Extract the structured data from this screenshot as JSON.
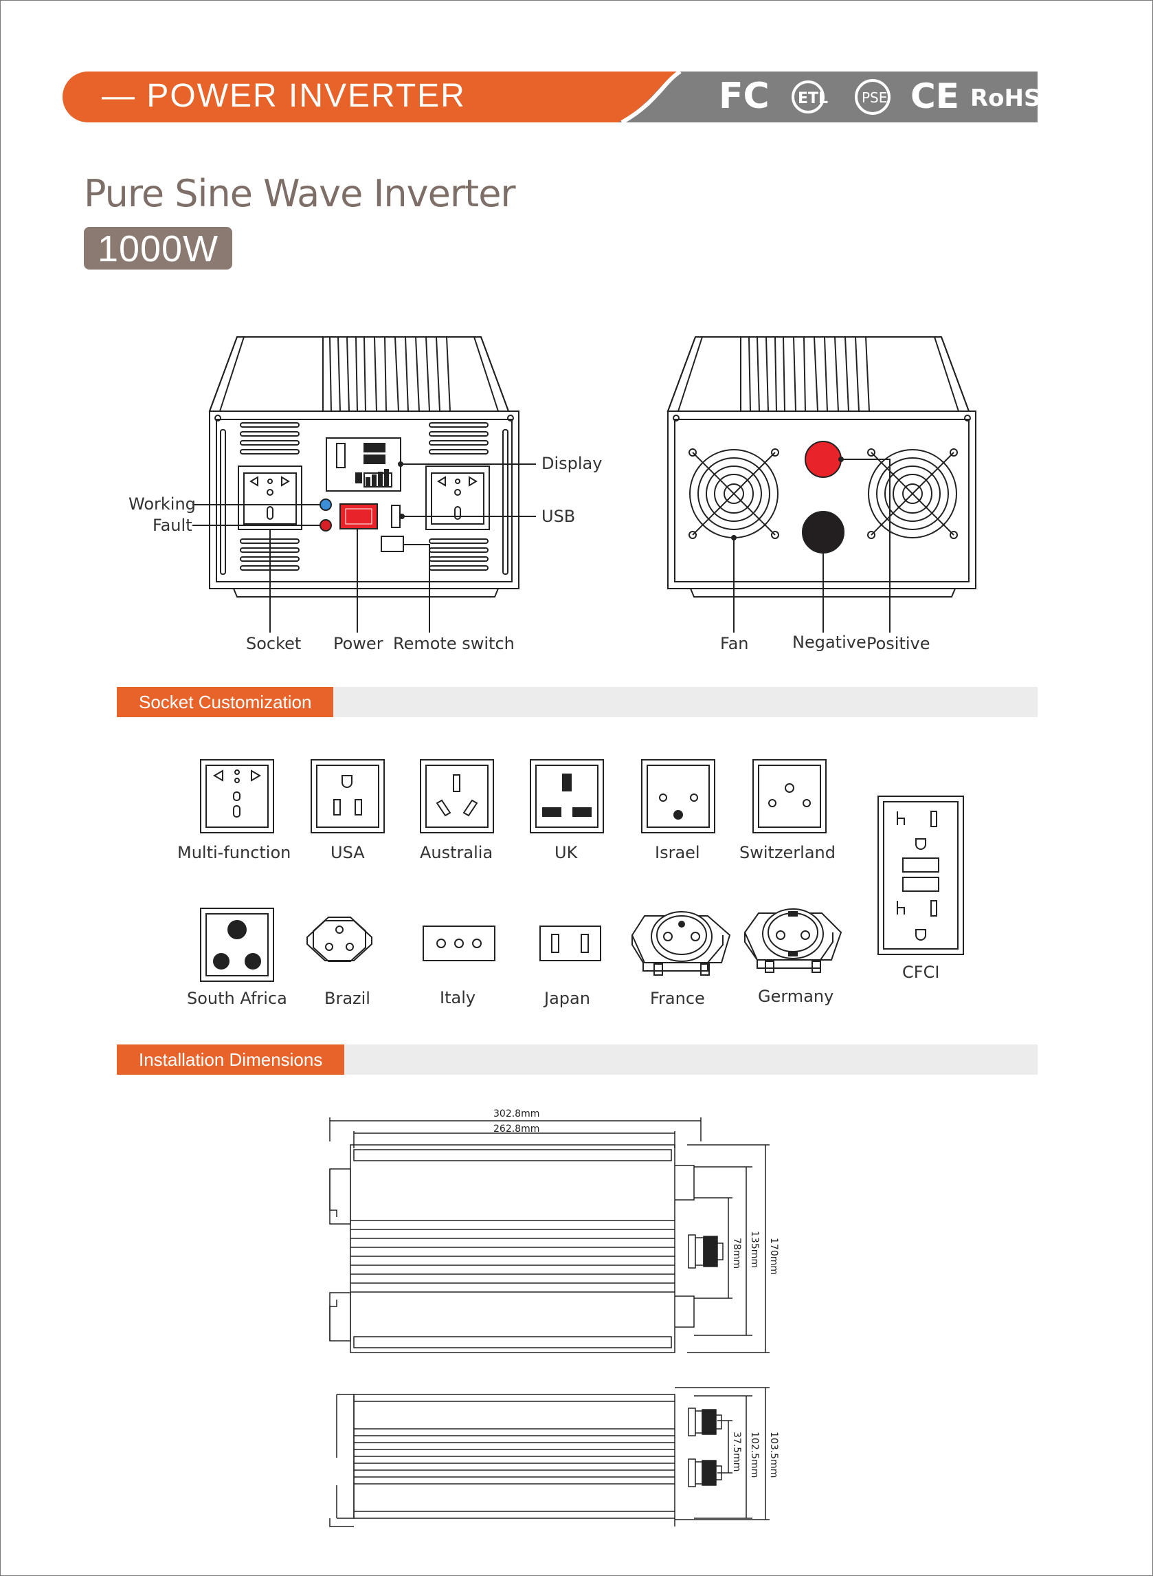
{
  "header": {
    "title": "— POWER INVERTER",
    "certifications": [
      "FC",
      "ETL",
      "PSE",
      "CE",
      "RoHS"
    ],
    "brand_color": "#e8632a",
    "bar_color": "#7f7f7f"
  },
  "product": {
    "name": "Pure Sine Wave Inverter",
    "wattage": "1000W"
  },
  "front_panel": {
    "labels": {
      "display": "Display",
      "usb": "USB",
      "working": "Working",
      "fault": "Fault",
      "socket": "Socket",
      "power": "Power",
      "remote_switch": "Remote switch"
    }
  },
  "rear_panel": {
    "labels": {
      "fan": "Fan",
      "negative": "Negative",
      "positive": "Positive"
    }
  },
  "socket_section": {
    "title": "Socket Customization",
    "row1": [
      "Multi-function",
      "USA",
      "Australia",
      "UK",
      "Israel",
      "Switzerland"
    ],
    "row2": [
      "South Africa",
      "Brazil",
      "Italy",
      "Japan",
      "France",
      "Germany"
    ],
    "extra": "CFCI"
  },
  "dimensions_section": {
    "title": "Installation Dimensions",
    "top_view": {
      "overall_length": "302.8mm",
      "body_length": "262.8mm",
      "width_outer": "170mm",
      "width_mount": "135mm",
      "terminal_spacing": "78mm"
    },
    "side_view": {
      "height_outer": "103.5mm",
      "height_body": "102.5mm",
      "terminal_spacing": "37.5mm"
    }
  }
}
